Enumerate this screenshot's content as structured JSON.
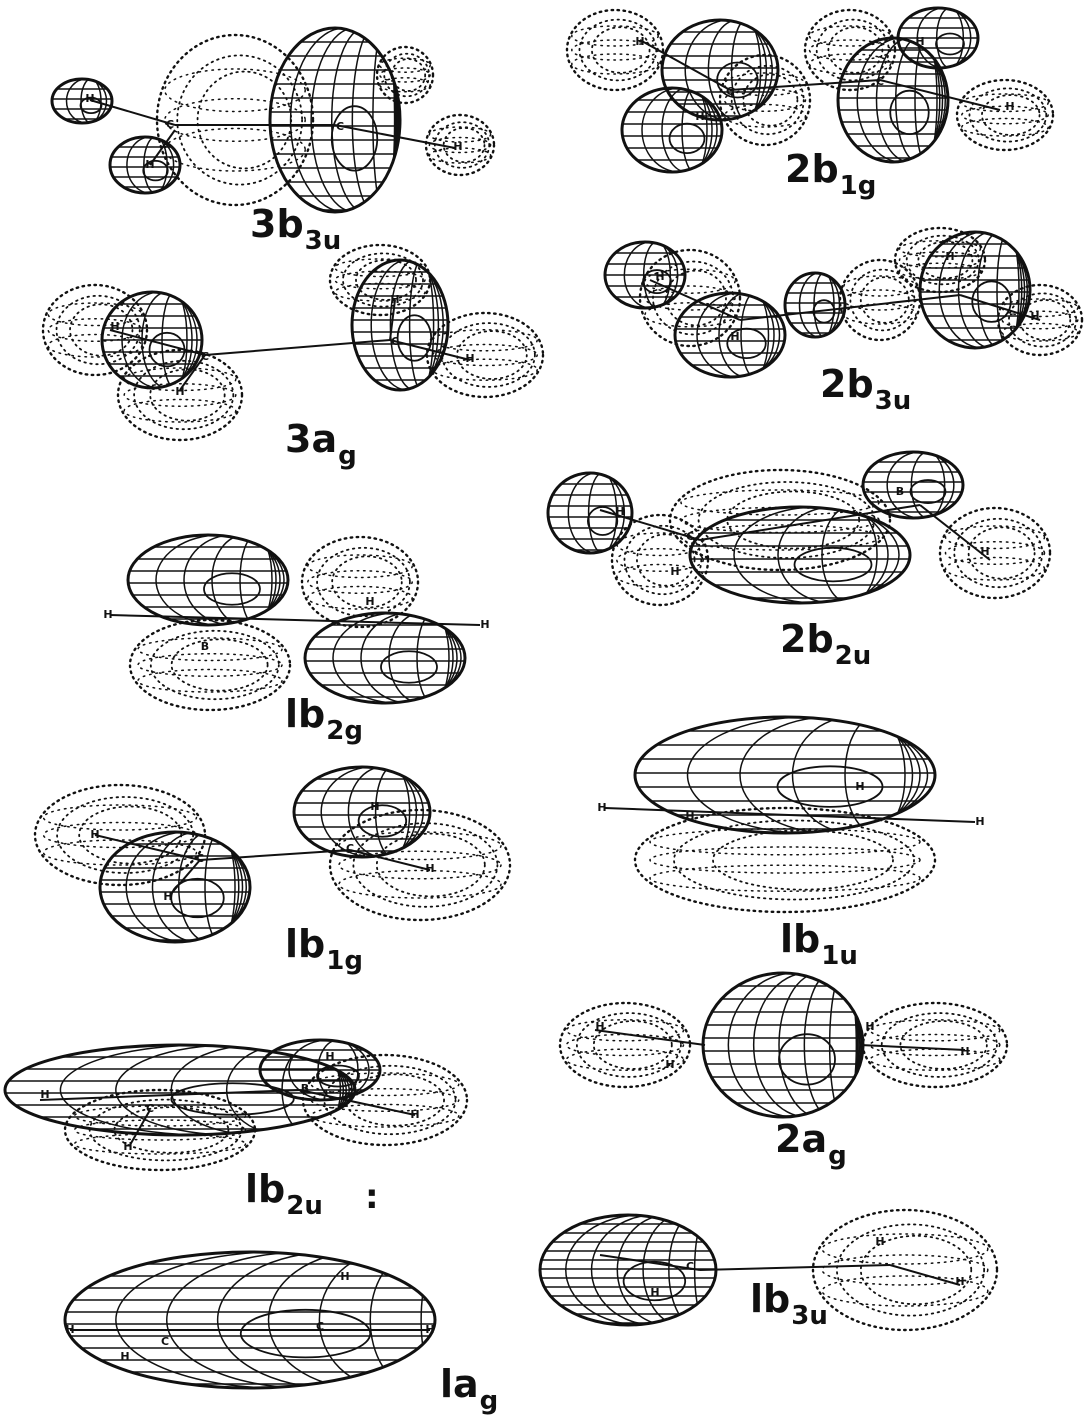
{
  "figure": {
    "atom_labels": {
      "hydrogen": "H",
      "carbon": "C",
      "boron": "B"
    },
    "orbitals": [
      {
        "id": "3b3u",
        "main": "3b",
        "sub": "3u"
      },
      {
        "id": "2b1g",
        "main": "2b",
        "sub": "1g"
      },
      {
        "id": "3ag",
        "main": "3a",
        "sub": "g"
      },
      {
        "id": "2b3u",
        "main": "2b",
        "sub": "3u"
      },
      {
        "id": "2b2u",
        "main": "2b",
        "sub": "2u"
      },
      {
        "id": "1b2g",
        "main": "lb",
        "sub": "2g"
      },
      {
        "id": "1b1g",
        "main": "lb",
        "sub": "1g"
      },
      {
        "id": "1b1u",
        "main": "lb",
        "sub": "1u"
      },
      {
        "id": "2ag",
        "main": "2a",
        "sub": "g"
      },
      {
        "id": "1b2u",
        "main": "lb",
        "sub": "2u"
      },
      {
        "id": "1b3u",
        "main": "lb",
        "sub": "3u"
      },
      {
        "id": "1ag",
        "main": "la",
        "sub": "g"
      }
    ],
    "stray_mark": ":"
  },
  "style": {
    "ink": "#111111",
    "paper": "#ffffff"
  }
}
